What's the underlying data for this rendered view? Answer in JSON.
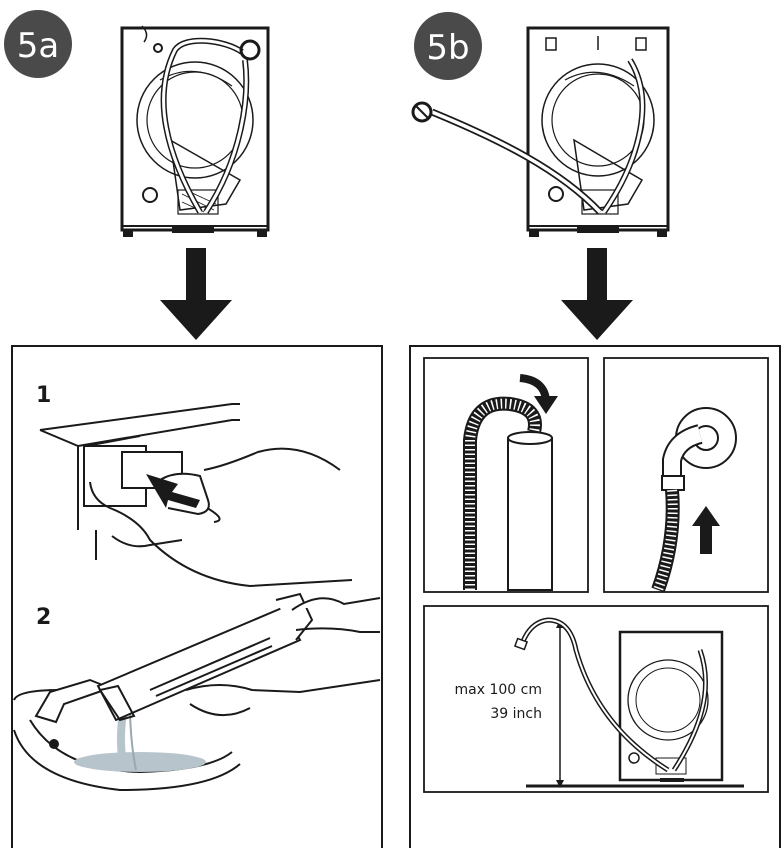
{
  "labels": {
    "badge_a": "5a",
    "badge_b": "5b",
    "step_1": "1",
    "step_2": "2",
    "max_height_cm": "max 100 cm",
    "max_height_inch": "39 inch"
  },
  "icons": {
    "down_arrow": "down-arrow-icon",
    "up_arrow": "up-arrow-icon",
    "curved_arrow": "curved-arrow-icon"
  },
  "colors": {
    "badge_fill": "#4a4a4a",
    "line": "#1a1a1a",
    "water": "#b8c4cc"
  }
}
